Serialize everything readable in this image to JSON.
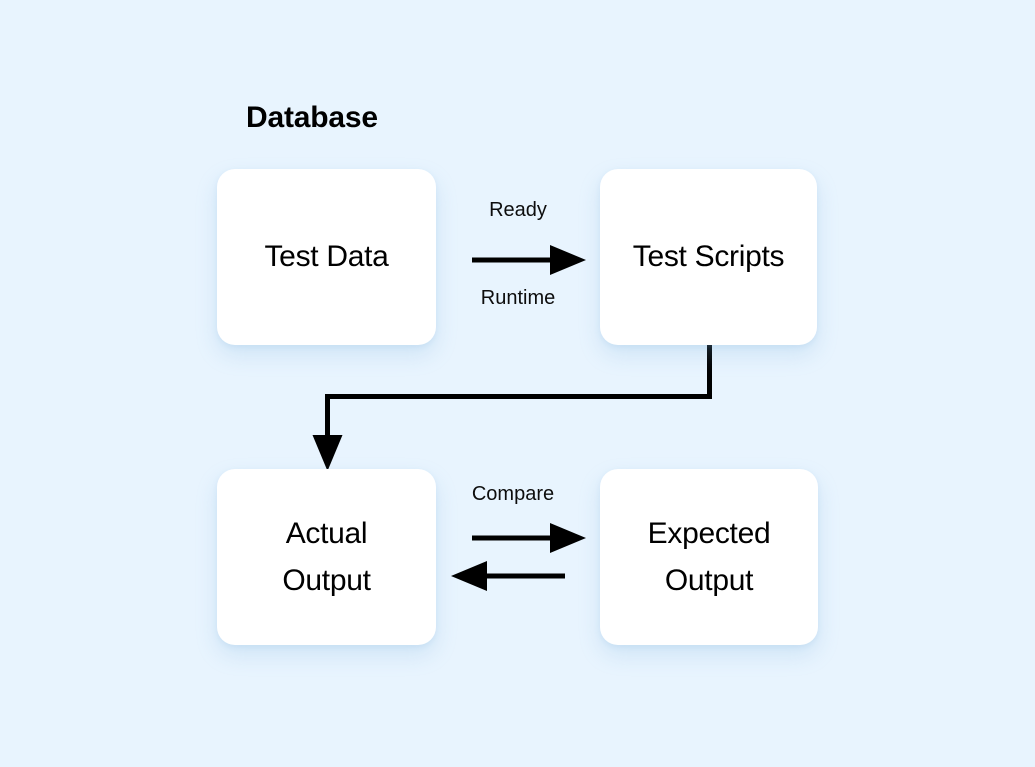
{
  "diagram": {
    "title": "Database",
    "background_color": "#e8f4fe",
    "node_color": "#ffffff",
    "line_color": "#000000",
    "nodes": [
      {
        "id": "test-data",
        "label": "Test Data"
      },
      {
        "id": "test-scripts",
        "label": "Test Scripts"
      },
      {
        "id": "actual",
        "label": "Actual\nOutput"
      },
      {
        "id": "expected",
        "label": "Expected\nOutput"
      }
    ],
    "edges": [
      {
        "id": "ready",
        "label": "Ready",
        "from": "test-data",
        "to": "test-scripts",
        "direction": "right"
      },
      {
        "id": "runtime",
        "label": "Runtime",
        "from": "test-data",
        "to": "test-scripts",
        "direction": "right"
      },
      {
        "id": "flow",
        "label": "",
        "from": "test-scripts",
        "to": "actual",
        "direction": "orthogonal-down-left-down"
      },
      {
        "id": "compare",
        "label": "Compare",
        "from": "actual",
        "to": "expected",
        "direction": "bidirectional"
      }
    ]
  }
}
